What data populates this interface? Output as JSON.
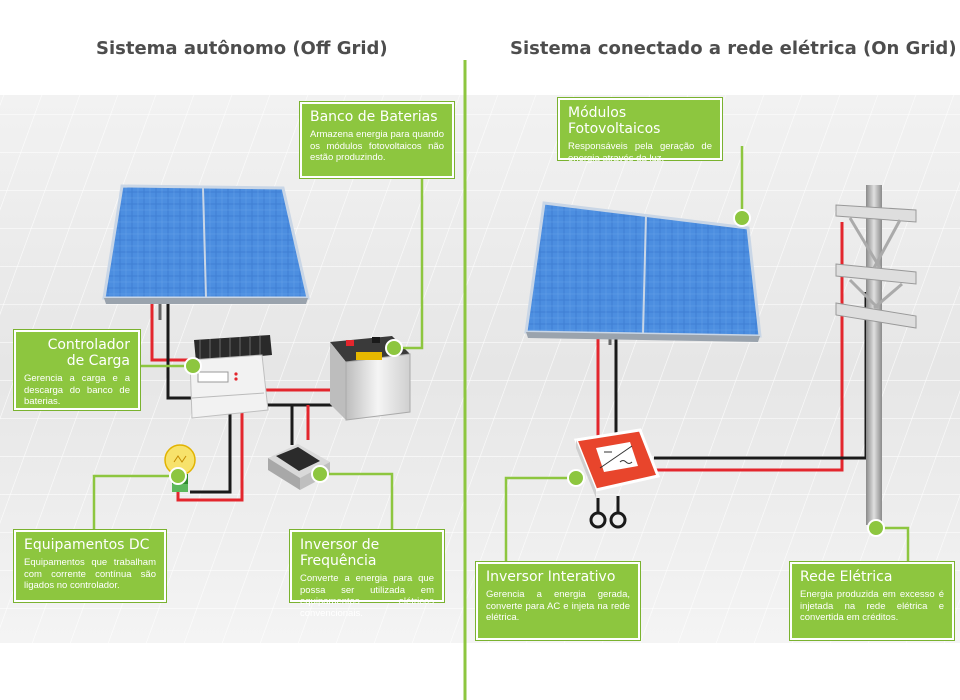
{
  "headings": {
    "off_grid": "Sistema autônomo (Off Grid)",
    "on_grid": "Sistema conectado a rede elétrica (On Grid)"
  },
  "callouts": {
    "banco": {
      "title": "Banco de Baterias",
      "text": "Armazena energia para quando os módulos fotovoltaicos não estão produzindo."
    },
    "controlador": {
      "title_line1": "Controlador",
      "title_line2": "de Carga",
      "text": "Gerencia a carga e a descarga do banco de baterias."
    },
    "equipamentos": {
      "title": "Equipamentos DC",
      "text": "Equipamentos que trabalham com corrente contínua são ligados no controlador."
    },
    "inversor_freq": {
      "title": "Inversor de Frequência",
      "text": "Converte a energia para que possa ser utilizada em equipamentos elétricos convencionais."
    },
    "modulos": {
      "title": "Módulos Fotovoltaicos",
      "text": "Responsáveis pela geração de energia através da luz."
    },
    "inversor_int": {
      "title": "Inversor Interativo",
      "text": "Gerencia a energia gerada, converte para AC e injeta na rede elétrica."
    },
    "rede": {
      "title": "Rede Elétrica",
      "text": "Energia produzida em excesso é injetada na rede elétrica e convertida em créditos."
    }
  },
  "colors": {
    "accent": "#8dc63f",
    "wire_positive": "#e3262d",
    "wire_negative": "#1a1a1a",
    "panel_blue": "#3e7fd0",
    "inverter_red": "#e8452c"
  },
  "icons": [
    "solar-panel",
    "charge-controller",
    "battery",
    "light-bulb",
    "inverter",
    "grid-inverter",
    "utility-pole"
  ]
}
